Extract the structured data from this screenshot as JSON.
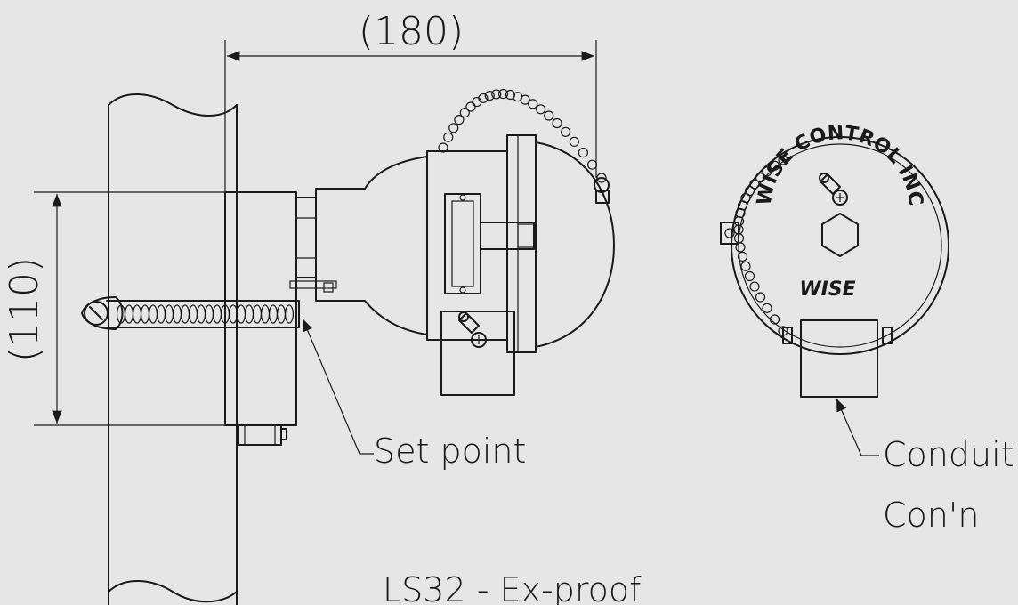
{
  "dimensions": {
    "width_label": "(180)",
    "height_label": "(110)"
  },
  "callouts": {
    "set_point": "Set point",
    "conduit_line1": "Conduit",
    "conduit_line2": "Con'n"
  },
  "cover_text": {
    "ring": "WISE CONTROL INC",
    "brand": "WISE"
  },
  "caption": "LS32 - Ex-proof"
}
